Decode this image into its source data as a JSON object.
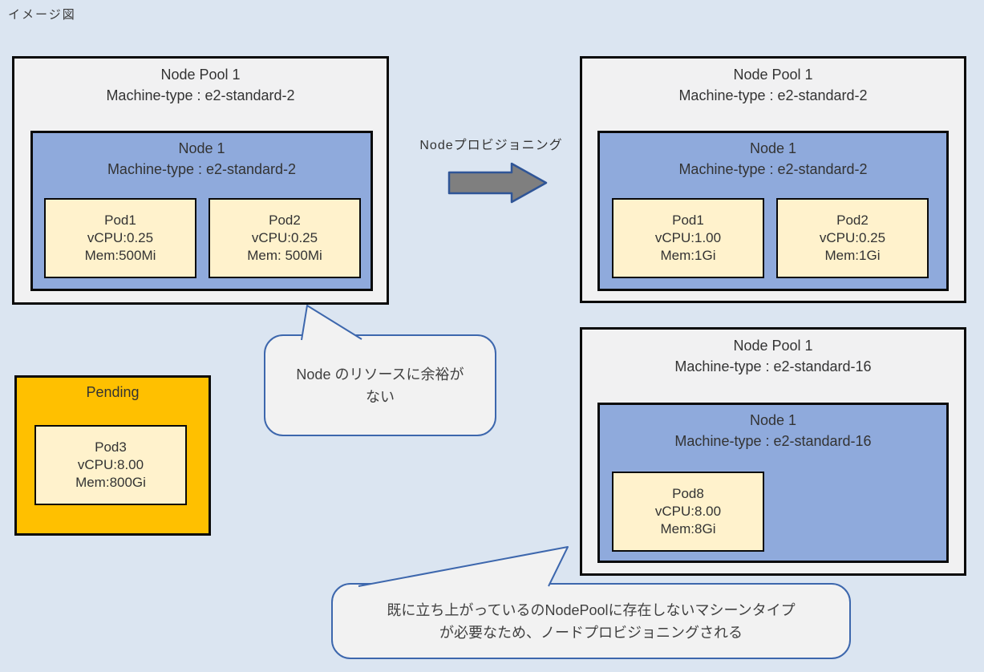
{
  "page": {
    "title": "イメージ図"
  },
  "colors": {
    "background": "#dbe5f1",
    "pool_fill": "#f1f1f2",
    "node_fill": "#8faadc",
    "pod_fill": "#fff2cc",
    "pending_fill": "#ffc000",
    "bubble_fill": "#f2f2f2",
    "bubble_border": "#3d67ad",
    "arrow_fill": "#7f7f7f",
    "arrow_border": "#2f5597",
    "box_border": "#0a0a0a"
  },
  "arrow": {
    "label": "Nodeプロビジョニング"
  },
  "pools": {
    "left": {
      "title": "Node Pool 1",
      "machine_type": "Machine-type : e2-standard-2",
      "node": {
        "title": "Node 1",
        "machine_type": "Machine-type : e2-standard-2",
        "pods": [
          {
            "name": "Pod1",
            "cpu": "vCPU:0.25",
            "mem": "Mem:500Mi"
          },
          {
            "name": "Pod2",
            "cpu": "vCPU:0.25",
            "mem": "Mem: 500Mi"
          }
        ]
      }
    },
    "top_right": {
      "title": "Node Pool 1",
      "machine_type": "Machine-type : e2-standard-2",
      "node": {
        "title": "Node 1",
        "machine_type": "Machine-type : e2-standard-2",
        "pods": [
          {
            "name": "Pod1",
            "cpu": "vCPU:1.00",
            "mem": "Mem:1Gi"
          },
          {
            "name": "Pod2",
            "cpu": "vCPU:0.25",
            "mem": "Mem:1Gi"
          }
        ]
      }
    },
    "bottom_right": {
      "title": "Node Pool 1",
      "machine_type": "Machine-type : e2-standard-16",
      "node": {
        "title": "Node 1",
        "machine_type": "Machine-type : e2-standard-16",
        "pods": [
          {
            "name": "Pod8",
            "cpu": "vCPU:8.00",
            "mem": "Mem:8Gi"
          }
        ]
      }
    }
  },
  "pending": {
    "title": "Pending",
    "pod": {
      "name": "Pod3",
      "cpu": "vCPU:8.00",
      "mem": "Mem:800Gi"
    }
  },
  "callouts": {
    "resource": {
      "line1": "Node のリソースに余裕が",
      "line2": "ない"
    },
    "provisioning": {
      "line1": "既に立ち上がっているのNodePoolに存在しないマシーンタイプ",
      "line2": "が必要なため、ノードプロビジョニングされる"
    }
  }
}
